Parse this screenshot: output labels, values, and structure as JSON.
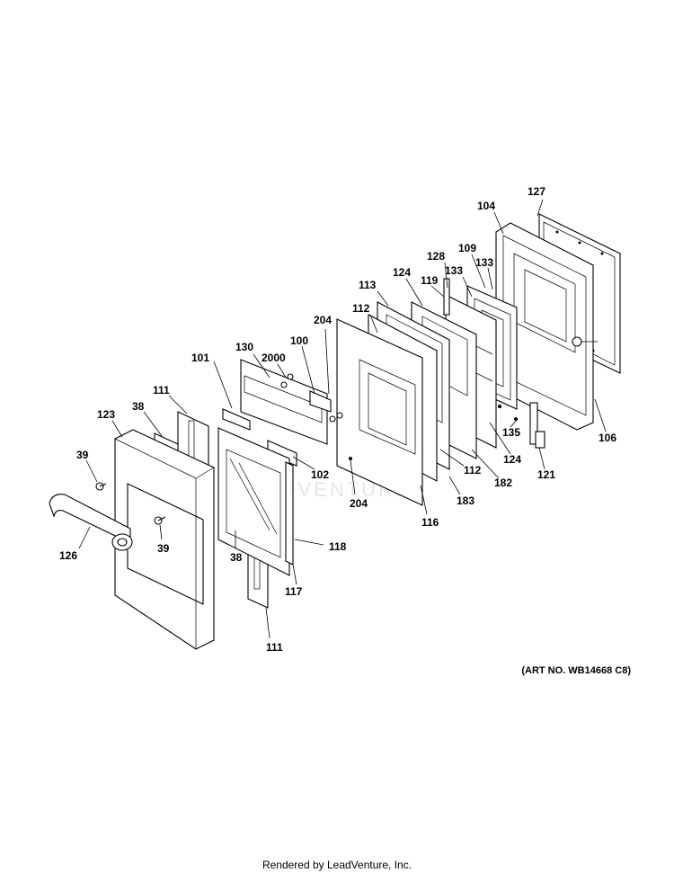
{
  "parts": {
    "p127": "127",
    "p104": "104",
    "p128": "128",
    "p109": "109",
    "p133a": "133",
    "p133b": "133",
    "p124a": "124",
    "p119": "119",
    "p113": "113",
    "p112a": "112",
    "p204a": "204",
    "p100": "100",
    "p130": "130",
    "p2000": "2000",
    "p101": "101",
    "p111a": "111",
    "p38a": "38",
    "p123": "123",
    "p39a": "39",
    "p126": "126",
    "p39b": "39",
    "p38b": "38",
    "p102": "102",
    "p204b": "204",
    "p116": "116",
    "p183": "183",
    "p112b": "112",
    "p182": "182",
    "p124b": "124",
    "p135": "135",
    "p121": "121",
    "p106": "106",
    "p118": "118",
    "p117": "117",
    "p111b": "111"
  },
  "watermark": "LEADVENTURE",
  "art_number": "(ART NO. WB14668 C8)",
  "footer": "Rendered by LeadVenture, Inc."
}
